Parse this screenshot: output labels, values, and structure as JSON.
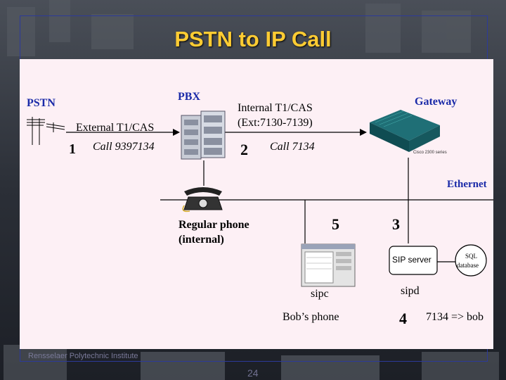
{
  "title": "PSTN to IP Call",
  "labels": {
    "pstn": "PSTN",
    "pbx": "PBX",
    "gateway": "Gateway",
    "external_trunk": "External T1/CAS",
    "call_external": "Call 9397134",
    "internal_trunk_line1": "Internal T1/CAS",
    "internal_trunk_line2": "(Ext:7130-7139)",
    "call_internal": "Call 7134",
    "ethernet": "Ethernet",
    "regular_phone_line1": "Regular phone",
    "regular_phone_line2": "(internal)",
    "sip_server": "SIP server",
    "sql_line1": "SQL",
    "sql_line2": "database",
    "sipc": "sipc",
    "sipd": "sipd",
    "bobs_phone": "Bob’s phone",
    "mapping": "7134 => bob",
    "gateway_model": "Cisco 2300 series"
  },
  "steps": [
    "1",
    "2",
    "3",
    "4",
    "5"
  ],
  "footer": "Rensselaer Polytechnic Institute",
  "page_number": "24",
  "colors": {
    "title": "#ffcc33",
    "label_blue": "#1a2aa8",
    "panel": "#fdf0f5",
    "background": "#2a2f38"
  },
  "icons": [
    "pstn-tower-icon",
    "pbx-server-icon",
    "gateway-device-icon",
    "telephone-icon",
    "sip-phone-window-icon",
    "sip-server-icon",
    "sql-database-icon"
  ]
}
